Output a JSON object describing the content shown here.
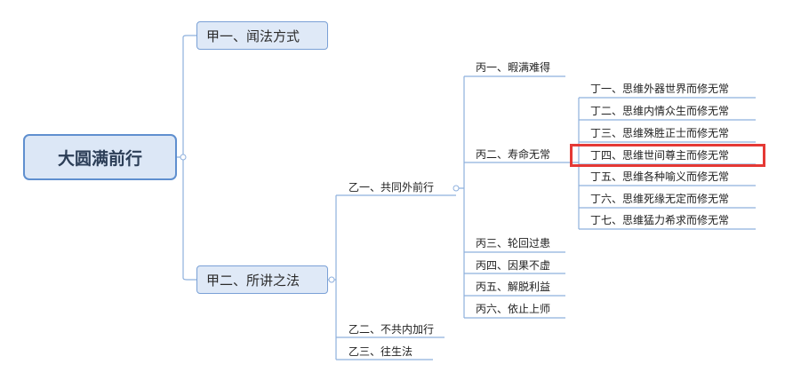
{
  "root": "大圆满前行",
  "jia1": "甲一、闻法方式",
  "jia2": "甲二、所讲之法",
  "yi": [
    "乙一、共同外前行",
    "乙二、不共内加行",
    "乙三、往生法"
  ],
  "bing": [
    "丙一、暇满难得",
    "丙二、寿命无常",
    "丙三、轮回过患",
    "丙四、因果不虚",
    "丙五、解脱利益",
    "丙六、依止上师"
  ],
  "ding": [
    "丁一、思维外器世界而修无常",
    "丁二、思维内情众生而修无常",
    "丁三、思维殊胜正士而修无常",
    "丁四、思维世间尊主而修无常",
    "丁五、思维各种喻义而修无常",
    "丁六、思维死缘无定而修无常",
    "丁七、思维猛力希求而修无常"
  ],
  "highlighted_topic": "丁四、思维世间尊主而修无常",
  "colors": {
    "line": "#7aa0d6",
    "highlight": "#e53935"
  }
}
